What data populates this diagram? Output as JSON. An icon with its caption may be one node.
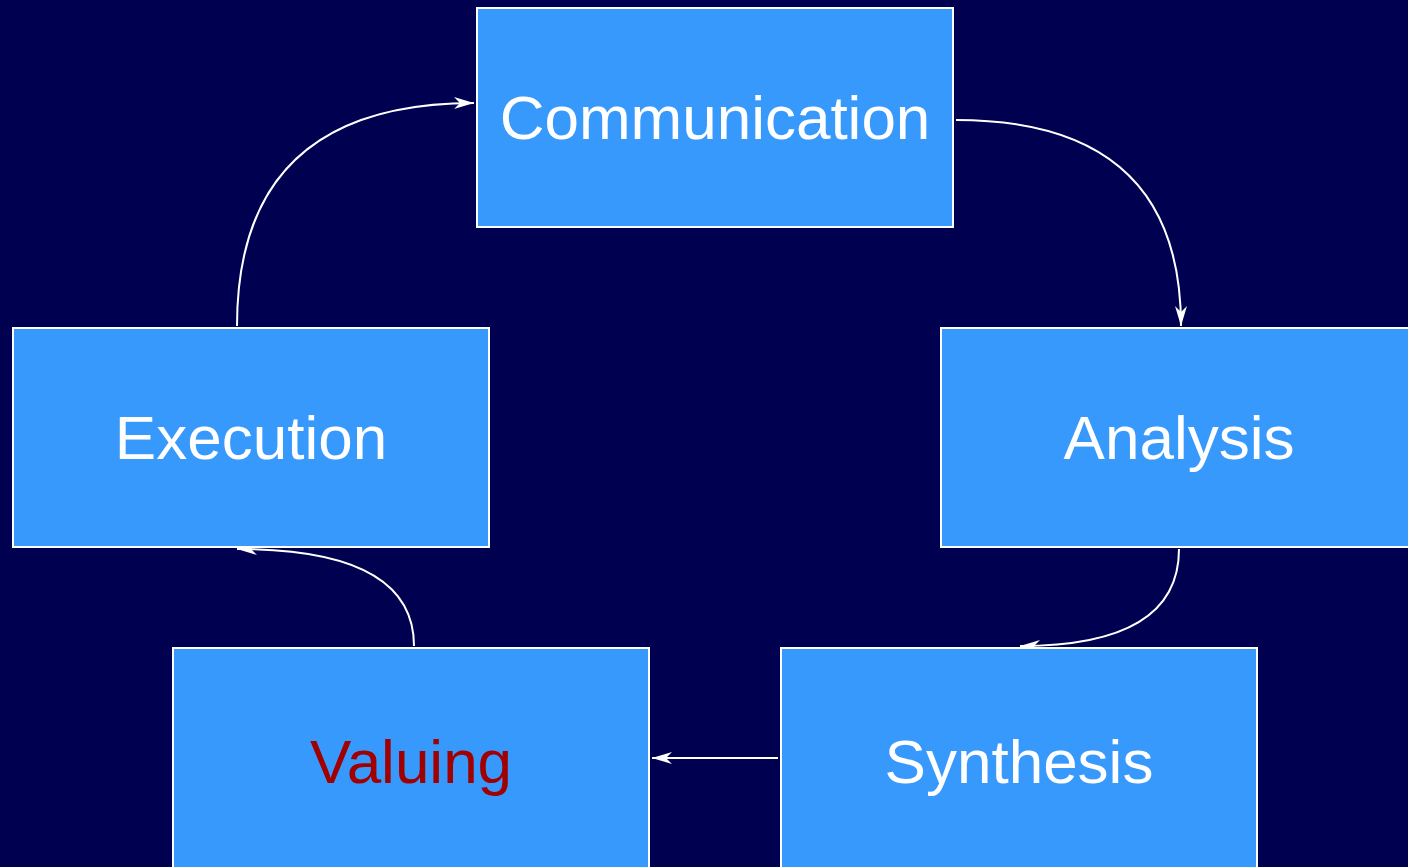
{
  "diagram": {
    "nodes": [
      {
        "text": [
          "Communication"
        ]
      },
      {
        "text": [
          "Analysis"
        ]
      },
      {
        "text": [
          "Synthesis"
        ]
      },
      {
        "text": [
          "Valuing"
        ]
      },
      {
        "text": [
          "Execution"
        ]
      }
    ],
    "edges": [
      {
        "from": 0,
        "to": 1,
        "arrow": "to"
      },
      {
        "from": 1,
        "to": 2,
        "arrow": "to"
      },
      {
        "from": 2,
        "to": 3,
        "arrow": "to"
      },
      {
        "from": 3,
        "to": 4,
        "arrow": "to"
      },
      {
        "from": 4,
        "to": 0,
        "arrow": "to"
      }
    ]
  }
}
